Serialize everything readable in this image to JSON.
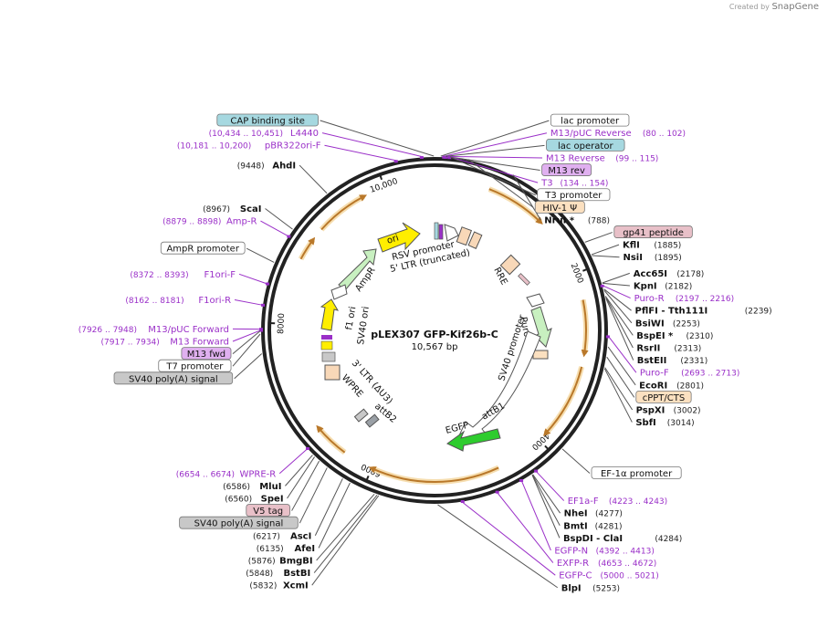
{
  "credit": {
    "prefix": "Created by",
    "brand": "SnapGene"
  },
  "plasmid": {
    "name": "pLEX307 GFP-Kif26b-C",
    "size_label": "10,567 bp",
    "length": 10567
  },
  "colors": {
    "feature_purple": "#9a2fc8",
    "enzyme_black": "#111111",
    "backbone": "#222222",
    "arrow_orange": "#b9782a",
    "promoter_white": "#ffffff",
    "ori_yellow": "#ffee00",
    "gfp_green": "#2ecc2e",
    "puro_green": "#c8f0c0",
    "ltr_peach": "#f8d8b8",
    "box_blue": "#a6d8e0",
    "box_purple": "#e0b0f0",
    "box_pink": "#e8c0c8",
    "box_orange": "#fbe0c0",
    "box_gray": "#c8c8c8"
  },
  "scale_ticks": [
    {
      "label": "2000",
      "bp": 2000
    },
    {
      "label": "4000",
      "bp": 4000
    },
    {
      "label": "6000",
      "bp": 6000
    },
    {
      "label": "8000",
      "bp": 8000
    },
    {
      "label": "10,000",
      "bp": 10000
    }
  ],
  "inner_labels": [
    {
      "text": "ori"
    },
    {
      "text": "RSV promoter"
    },
    {
      "text": "5' LTR (truncated)"
    },
    {
      "text": "RRE"
    },
    {
      "text": "AmpR"
    },
    {
      "text": "f1 ori"
    },
    {
      "text": "SV40 ori"
    },
    {
      "text": "PuroR"
    },
    {
      "text": "SV40 promoter"
    },
    {
      "text": "3' LTR (ΔU3)"
    },
    {
      "text": "WPRE"
    },
    {
      "text": "attB2"
    },
    {
      "text": "attB1"
    },
    {
      "text": "EGFP"
    }
  ],
  "outer_labels": [
    {
      "name": "CAP binding site",
      "coord": "",
      "style": "box-blue",
      "bp": 10560
    },
    {
      "name": "lac promoter",
      "coord": "",
      "style": "box-white",
      "bp": 60
    },
    {
      "name": "M13/pUC Reverse",
      "coord": "(80 .. 102)",
      "style": "feature",
      "bp": 91
    },
    {
      "name": "lac operator",
      "coord": "",
      "style": "box-blue",
      "bp": 100
    },
    {
      "name": "M13 Reverse",
      "coord": "(99 .. 115)",
      "style": "feature",
      "bp": 107
    },
    {
      "name": "M13 rev",
      "coord": "",
      "style": "box-purple",
      "bp": 110
    },
    {
      "name": "T3",
      "coord": "(134 .. 154)",
      "style": "feature",
      "bp": 144
    },
    {
      "name": "T3 promoter",
      "coord": "",
      "style": "box-white",
      "bp": 150
    },
    {
      "name": "HIV-1 Ψ",
      "coord": "",
      "style": "box-orange",
      "bp": 330
    },
    {
      "name": "NruI *",
      "coord": "(788)",
      "style": "enzyme",
      "bp": 788
    },
    {
      "name": "gp41 peptide",
      "coord": "",
      "style": "box-pink",
      "bp": 1750
    },
    {
      "name": "KflI",
      "coord": "(1885)",
      "style": "enzyme",
      "bp": 1885
    },
    {
      "name": "NsiI",
      "coord": "(1895)",
      "style": "enzyme",
      "bp": 1895
    },
    {
      "name": "Acc65I",
      "coord": "(2178)",
      "style": "enzyme",
      "bp": 2178
    },
    {
      "name": "KpnI",
      "coord": "(2182)",
      "style": "enzyme",
      "bp": 2182
    },
    {
      "name": "Puro-R",
      "coord": "(2197 .. 2216)",
      "style": "feature",
      "bp": 2206
    },
    {
      "name": "PflFI  -  Tth111I",
      "coord": "(2239)",
      "style": "enzyme",
      "bp": 2239
    },
    {
      "name": "BsiWI",
      "coord": "(2253)",
      "style": "enzyme",
      "bp": 2253
    },
    {
      "name": "BspEI *",
      "coord": "(2310)",
      "style": "enzyme",
      "bp": 2310
    },
    {
      "name": "RsrII",
      "coord": "(2313)",
      "style": "enzyme",
      "bp": 2313
    },
    {
      "name": "BstEII",
      "coord": "(2331)",
      "style": "enzyme",
      "bp": 2331
    },
    {
      "name": "Puro-F",
      "coord": "(2693 .. 2713)",
      "style": "feature",
      "bp": 2703
    },
    {
      "name": "EcoRI",
      "coord": "(2801)",
      "style": "enzyme",
      "bp": 2801
    },
    {
      "name": "cPPT/CTS",
      "coord": "",
      "style": "box-orange",
      "bp": 2900
    },
    {
      "name": "PspXI",
      "coord": "(3002)",
      "style": "enzyme",
      "bp": 3002
    },
    {
      "name": "SbfI",
      "coord": "(3014)",
      "style": "enzyme",
      "bp": 3014
    },
    {
      "name": "EF-1α promoter",
      "coord": "",
      "style": "box-white",
      "bp": 3900
    },
    {
      "name": "EF1a-F",
      "coord": "(4223 .. 4243)",
      "style": "feature",
      "bp": 4233
    },
    {
      "name": "NheI",
      "coord": "(4277)",
      "style": "enzyme",
      "bp": 4277
    },
    {
      "name": "BmtI",
      "coord": "(4281)",
      "style": "enzyme",
      "bp": 4281
    },
    {
      "name": "BspDI  -  ClaI",
      "coord": "(4284)",
      "style": "enzyme",
      "bp": 4284
    },
    {
      "name": "EGFP-N",
      "coord": "(4392 .. 4413)",
      "style": "feature",
      "bp": 4402
    },
    {
      "name": "EXFP-R",
      "coord": "(4653 .. 4672)",
      "style": "feature",
      "bp": 4662
    },
    {
      "name": "EGFP-C",
      "coord": "(5000 .. 5021)",
      "style": "feature",
      "bp": 5010
    },
    {
      "name": "BlpI",
      "coord": "(5253)",
      "style": "enzyme",
      "bp": 5253
    },
    {
      "name": "XcmI",
      "coord": "(5832)",
      "style": "enzyme",
      "bp": 5832
    },
    {
      "name": "BstBI",
      "coord": "(5848)",
      "style": "enzyme",
      "bp": 5848
    },
    {
      "name": "BmgBI",
      "coord": "(5876)",
      "style": "enzyme",
      "bp": 5876
    },
    {
      "name": "AfeI",
      "coord": "(6135)",
      "style": "enzyme",
      "bp": 6135
    },
    {
      "name": "AscI",
      "coord": "(6217)",
      "style": "enzyme",
      "bp": 6217
    },
    {
      "name": "SV40 poly(A) signal",
      "coord": "",
      "style": "box-gray",
      "bp": 6400
    },
    {
      "name": "V5 tag",
      "coord": "",
      "style": "box-pink",
      "bp": 6500
    },
    {
      "name": "SpeI",
      "coord": "(6560)",
      "style": "enzyme",
      "bp": 6560
    },
    {
      "name": "MluI",
      "coord": "(6586)",
      "style": "enzyme",
      "bp": 6586
    },
    {
      "name": "WPRE-R",
      "coord": "(6654 .. 6674)",
      "style": "feature",
      "bp": 6664
    },
    {
      "name": "SV40 poly(A) signal",
      "coord": "",
      "style": "box-gray",
      "bp": 7700
    },
    {
      "name": "T7 promoter",
      "coord": "",
      "style": "box-white",
      "bp": 7890
    },
    {
      "name": "M13 fwd",
      "coord": "",
      "style": "box-purple",
      "bp": 7920
    },
    {
      "name": "M13 Forward",
      "coord": "(7917 .. 7934)",
      "style": "feature",
      "bp": 7925
    },
    {
      "name": "M13/pUC Forward",
      "coord": "(7926 .. 7948)",
      "style": "feature",
      "bp": 7937
    },
    {
      "name": "F1ori-R",
      "coord": "(8162 .. 8181)",
      "style": "feature",
      "bp": 8171
    },
    {
      "name": "F1ori-F",
      "coord": "(8372 .. 8393)",
      "style": "feature",
      "bp": 8382
    },
    {
      "name": "AmpR promoter",
      "coord": "",
      "style": "box-white",
      "bp": 8600
    },
    {
      "name": "Amp-R",
      "coord": "(8879 .. 8898)",
      "style": "feature",
      "bp": 8888
    },
    {
      "name": "ScaI",
      "coord": "(8967)",
      "style": "enzyme",
      "bp": 8967
    },
    {
      "name": "AhdI",
      "coord": "(9448)",
      "style": "enzyme",
      "bp": 9448
    },
    {
      "name": "pBR322ori-F",
      "coord": "(10,181 .. 10,200)",
      "style": "feature",
      "bp": 10190
    },
    {
      "name": "L4440",
      "coord": "(10,434 .. 10,451)",
      "style": "feature",
      "bp": 10442
    }
  ]
}
